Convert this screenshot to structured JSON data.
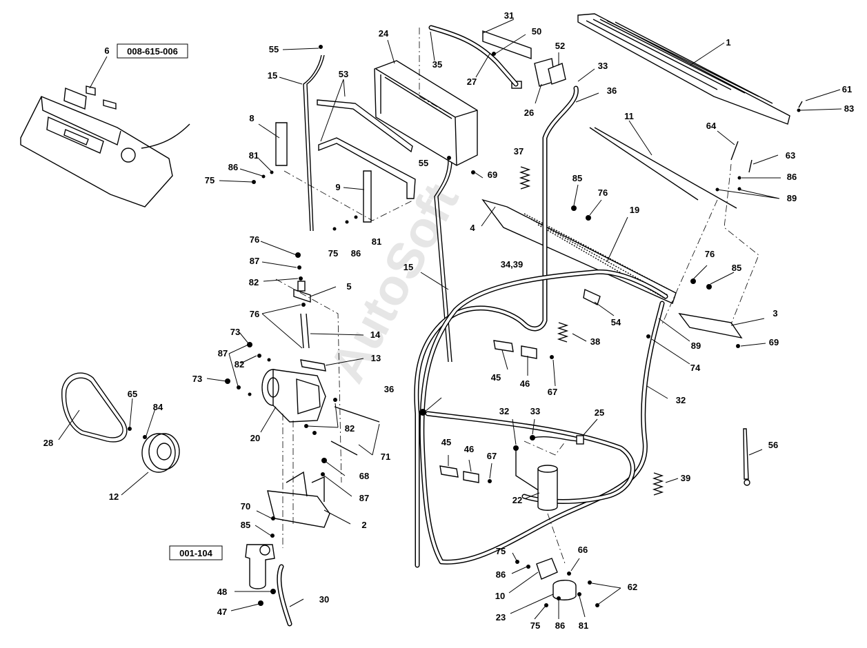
{
  "diagram": {
    "watermark": "AutoSoft",
    "ref_boxes": {
      "top_left": "008-615-006",
      "bottom_left": "001-104"
    },
    "labels": {
      "l1": "1",
      "l2": "2",
      "l3": "3",
      "l4": "4",
      "l5": "5",
      "l6": "6",
      "l8": "8",
      "l9": "9",
      "l10": "10",
      "l11": "11",
      "l12": "12",
      "l13": "13",
      "l14": "14",
      "l15a": "15",
      "l15b": "15",
      "l19": "19",
      "l20": "20",
      "l22": "22",
      "l23": "23",
      "l24": "24",
      "l25": "25",
      "l26": "26",
      "l27": "27",
      "l28": "28",
      "l30": "30",
      "l31": "31",
      "l32a": "32",
      "l32b": "32",
      "l33a": "33",
      "l33b": "33",
      "l3439": "34,39",
      "l35": "35",
      "l36a": "36",
      "l36b": "36",
      "l37": "37",
      "l38": "38",
      "l39": "39",
      "l45a": "45",
      "l45b": "45",
      "l46a": "46",
      "l46b": "46",
      "l47": "47",
      "l48": "48",
      "l50": "50",
      "l52": "52",
      "l53": "53",
      "l54": "54",
      "l55a": "55",
      "l55b": "55",
      "l56": "56",
      "l61": "61",
      "l62": "62",
      "l63": "63",
      "l64": "64",
      "l65": "65",
      "l66": "66",
      "l67a": "67",
      "l67b": "67",
      "l68": "68",
      "l69a": "69",
      "l69b": "69",
      "l70": "70",
      "l71": "71",
      "l73a": "73",
      "l73b": "73",
      "l74": "74",
      "l75a": "75",
      "l75b": "75",
      "l75c": "75",
      "l75d": "75",
      "l76a": "76",
      "l76b": "76",
      "l76c": "76",
      "l76d": "76",
      "l81a": "81",
      "l81b": "81",
      "l81c": "81",
      "l82a": "82",
      "l82b": "82",
      "l82c": "82",
      "l83": "83",
      "l84": "84",
      "l85a": "85",
      "l85b": "85",
      "l85c": "85",
      "l86a": "86",
      "l86b": "86",
      "l86c": "86",
      "l86d": "86",
      "l86e": "86",
      "l87a": "87",
      "l87b": "87",
      "l87c": "87",
      "l89a": "89",
      "l89b": "89"
    }
  }
}
